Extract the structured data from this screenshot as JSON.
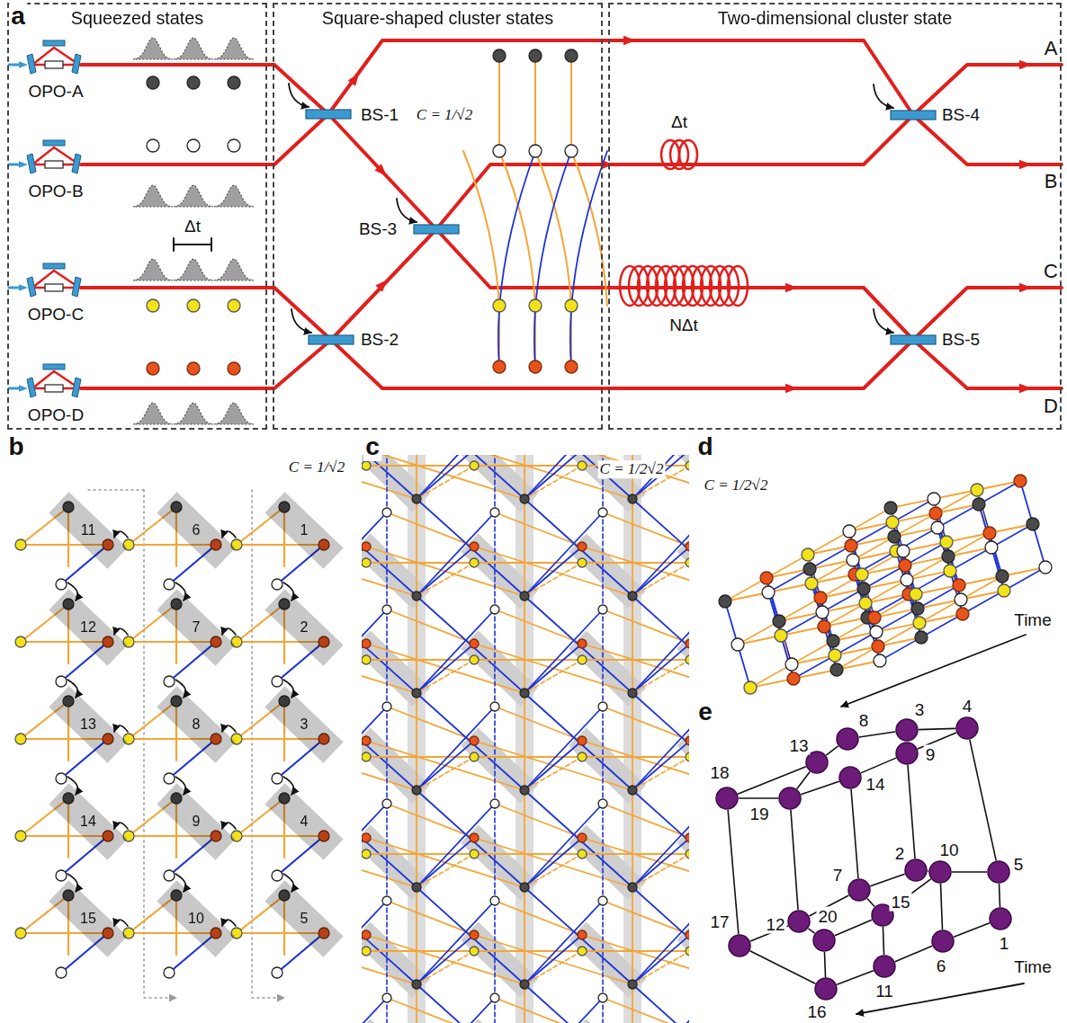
{
  "diagram": {
    "nodes": [
      {
        "text": [
          "Squeezed states"
        ]
      },
      {
        "text": [
          "Square-shaped cluster states"
        ]
      },
      {
        "text": [
          "Two-dimensional cluster state"
        ]
      },
      {
        "text": [
          "11"
        ]
      },
      {
        "text": [
          "6"
        ]
      },
      {
        "text": [
          "1"
        ]
      },
      {
        "text": [
          "12"
        ]
      },
      {
        "text": [
          "7"
        ]
      },
      {
        "text": [
          "2"
        ]
      },
      {
        "text": [
          "13"
        ]
      },
      {
        "text": [
          "8"
        ]
      },
      {
        "text": [
          "3"
        ]
      },
      {
        "text": [
          "14"
        ]
      },
      {
        "text": [
          "9"
        ]
      },
      {
        "text": [
          "4"
        ]
      },
      {
        "text": [
          "15"
        ]
      },
      {
        "text": [
          "10"
        ]
      },
      {
        "text": [
          "5"
        ]
      },
      {
        "text": [
          "1"
        ]
      },
      {
        "text": [
          "2"
        ]
      },
      {
        "text": [
          "3"
        ]
      },
      {
        "text": [
          "4"
        ]
      },
      {
        "text": [
          "5"
        ]
      },
      {
        "text": [
          "6"
        ]
      },
      {
        "text": [
          "7"
        ]
      },
      {
        "text": [
          "8"
        ]
      },
      {
        "text": [
          "9"
        ]
      },
      {
        "text": [
          "10"
        ]
      },
      {
        "text": [
          "11"
        ]
      },
      {
        "text": [
          "12"
        ]
      },
      {
        "text": [
          "13"
        ]
      },
      {
        "text": [
          "14"
        ]
      },
      {
        "text": [
          "15"
        ]
      },
      {
        "text": [
          "16"
        ]
      },
      {
        "text": [
          "17"
        ]
      },
      {
        "text": [
          "18"
        ]
      },
      {
        "text": [
          "19"
        ]
      },
      {
        "text": [
          "20"
        ]
      }
    ],
    "edges": [
      {
        "from": 33,
        "to": 28,
        "arrow": "none"
      },
      {
        "from": 28,
        "to": 23,
        "arrow": "none"
      },
      {
        "from": 23,
        "to": 18,
        "arrow": "none"
      },
      {
        "from": 34,
        "to": 29,
        "arrow": "none"
      },
      {
        "from": 29,
        "to": 24,
        "arrow": "none"
      },
      {
        "from": 24,
        "to": 19,
        "arrow": "none"
      },
      {
        "from": 35,
        "to": 30,
        "arrow": "none"
      },
      {
        "from": 30,
        "to": 25,
        "arrow": "none"
      },
      {
        "from": 25,
        "to": 20,
        "arrow": "none"
      },
      {
        "from": 36,
        "to": 31,
        "arrow": "none"
      },
      {
        "from": 31,
        "to": 26,
        "arrow": "none"
      },
      {
        "from": 26,
        "to": 21,
        "arrow": "none"
      },
      {
        "from": 37,
        "to": 32,
        "arrow": "none"
      },
      {
        "from": 32,
        "to": 27,
        "arrow": "none"
      },
      {
        "from": 27,
        "to": 22,
        "arrow": "none"
      },
      {
        "from": 33,
        "to": 34,
        "arrow": "none"
      },
      {
        "from": 34,
        "to": 35,
        "arrow": "none"
      },
      {
        "from": 35,
        "to": 36,
        "arrow": "none"
      },
      {
        "from": 18,
        "to": 22,
        "arrow": "none"
      },
      {
        "from": 22,
        "to": 21,
        "arrow": "none"
      },
      {
        "from": 21,
        "to": 20,
        "arrow": "none"
      },
      {
        "from": 33,
        "to": 37,
        "arrow": "none"
      },
      {
        "from": 28,
        "to": 32,
        "arrow": "none"
      },
      {
        "from": 23,
        "to": 27,
        "arrow": "none"
      },
      {
        "from": 29,
        "to": 36,
        "arrow": "none"
      },
      {
        "from": 24,
        "to": 31,
        "arrow": "none"
      },
      {
        "from": 19,
        "to": 26,
        "arrow": "none"
      },
      {
        "from": 30,
        "to": 36,
        "arrow": "none"
      },
      {
        "from": 37,
        "to": 29,
        "arrow": "none"
      },
      {
        "from": 32,
        "to": 24,
        "arrow": "none"
      },
      {
        "from": 27,
        "to": 19,
        "arrow": "none"
      }
    ],
    "labels": [
      "a",
      "b",
      "c",
      "d",
      "e",
      "OPO-A",
      "OPO-B",
      "OPO-C",
      "OPO-D",
      "Δt",
      "BS-1",
      "C = 1/√2",
      "BS-3",
      "BS-2",
      "Δt",
      "NΔt",
      "BS-4",
      "BS-5",
      "A",
      "B",
      "C",
      "D",
      "C = 1/√2",
      "C = 1/2√2",
      "C = 1/2√2",
      "Time",
      "Time"
    ]
  }
}
